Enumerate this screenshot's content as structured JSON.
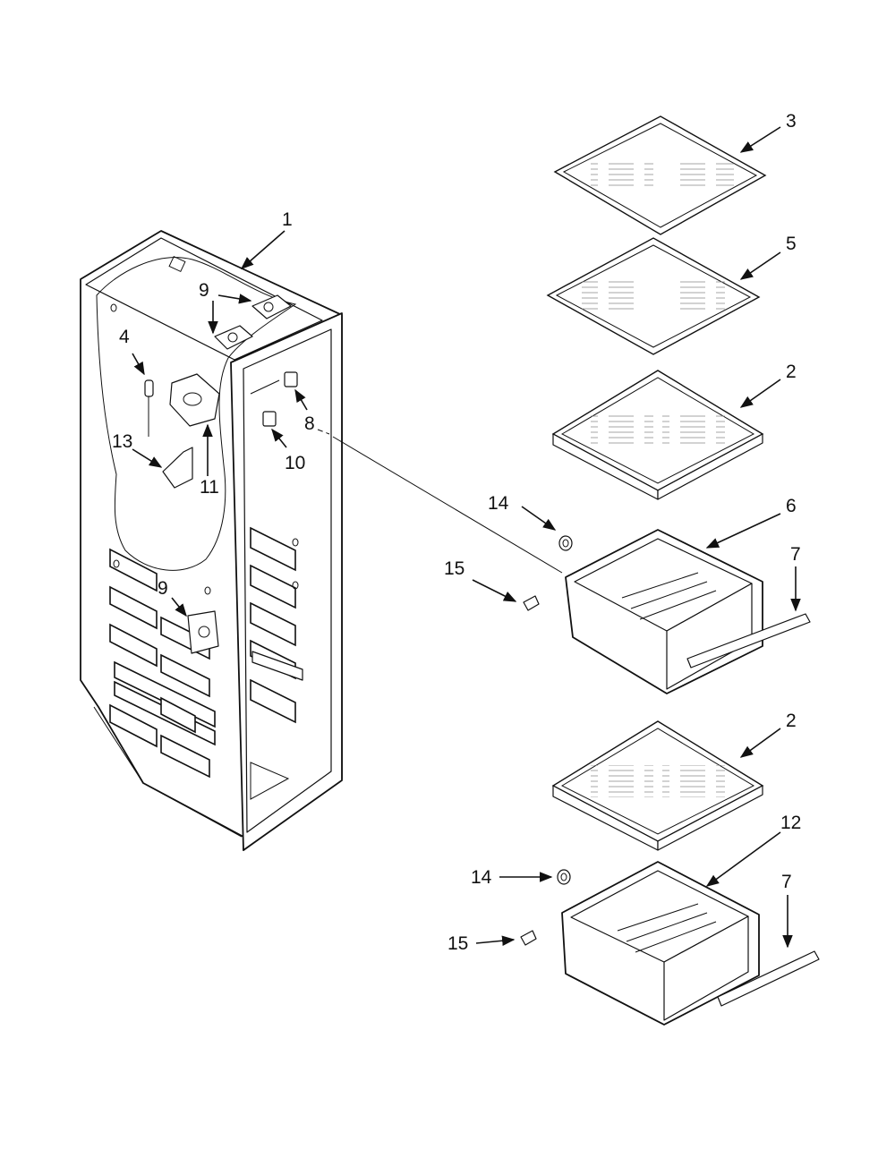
{
  "callouts": {
    "c1": "1",
    "c2a": "2",
    "c2b": "2",
    "c3": "3",
    "c4": "4",
    "c5": "5",
    "c6": "6",
    "c7a": "7",
    "c7b": "7",
    "c8": "8",
    "c9a": "9",
    "c9b": "9",
    "c10": "10",
    "c11": "11",
    "c12": "12",
    "c13": "13",
    "c14a": "14",
    "c14b": "14",
    "c15a": "15",
    "c15b": "15"
  }
}
